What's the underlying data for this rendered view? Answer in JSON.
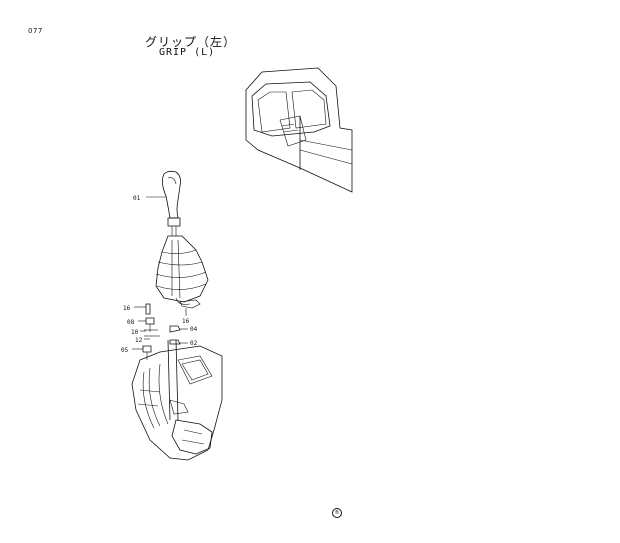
{
  "page_number": "077",
  "title_jp": "グリップ（左）",
  "title_en": "GRIP (L)",
  "corner_mark": "®",
  "callouts": {
    "c01": "01",
    "c16a": "16",
    "c16b": "16",
    "c08": "08",
    "c04": "04",
    "c10": "10",
    "c12": "12",
    "c02": "02",
    "c05": "05"
  }
}
